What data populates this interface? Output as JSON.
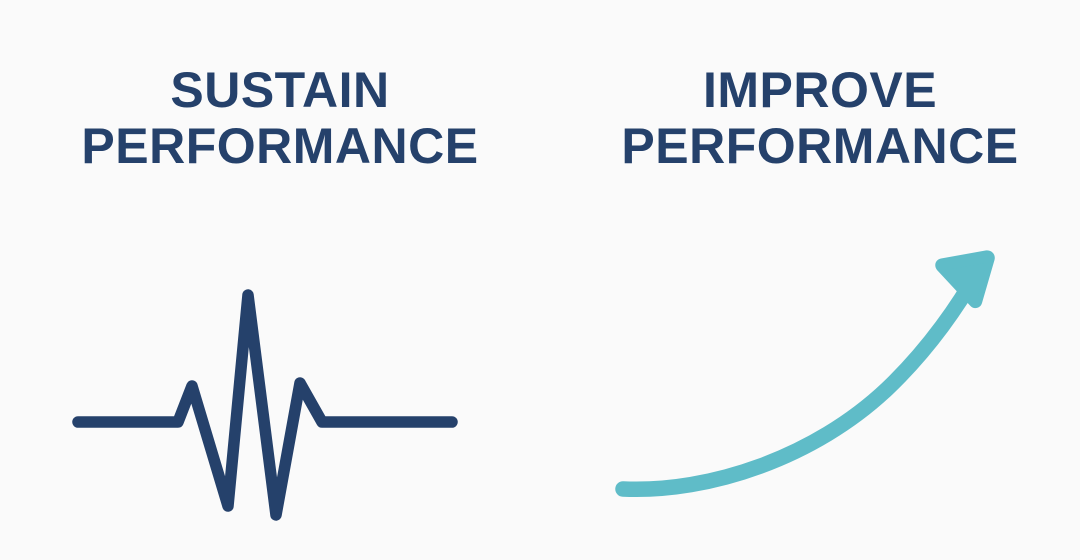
{
  "page": {
    "background_color": "#fafafa",
    "layout": "two-column-comparison"
  },
  "colors": {
    "navy": "#25416b",
    "teal": "#5fbcc8",
    "background": "#fafafa"
  },
  "panels": [
    {
      "id": "sustain",
      "title_line_1": "SUSTAIN",
      "title_line_2": "PERFORMANCE",
      "title_color": "#25416b",
      "icon_name": "pulse-line-icon",
      "icon_color": "#25416b",
      "icon_description": "flat-line heartbeat pulse waveform"
    },
    {
      "id": "improve",
      "title_line_1": "IMPROVE",
      "title_line_2": "PERFORMANCE",
      "title_color": "#25416b",
      "icon_name": "upward-curved-arrow-icon",
      "icon_color": "#5fbcc8",
      "icon_description": "curved arrow trending upward to the right"
    }
  ]
}
